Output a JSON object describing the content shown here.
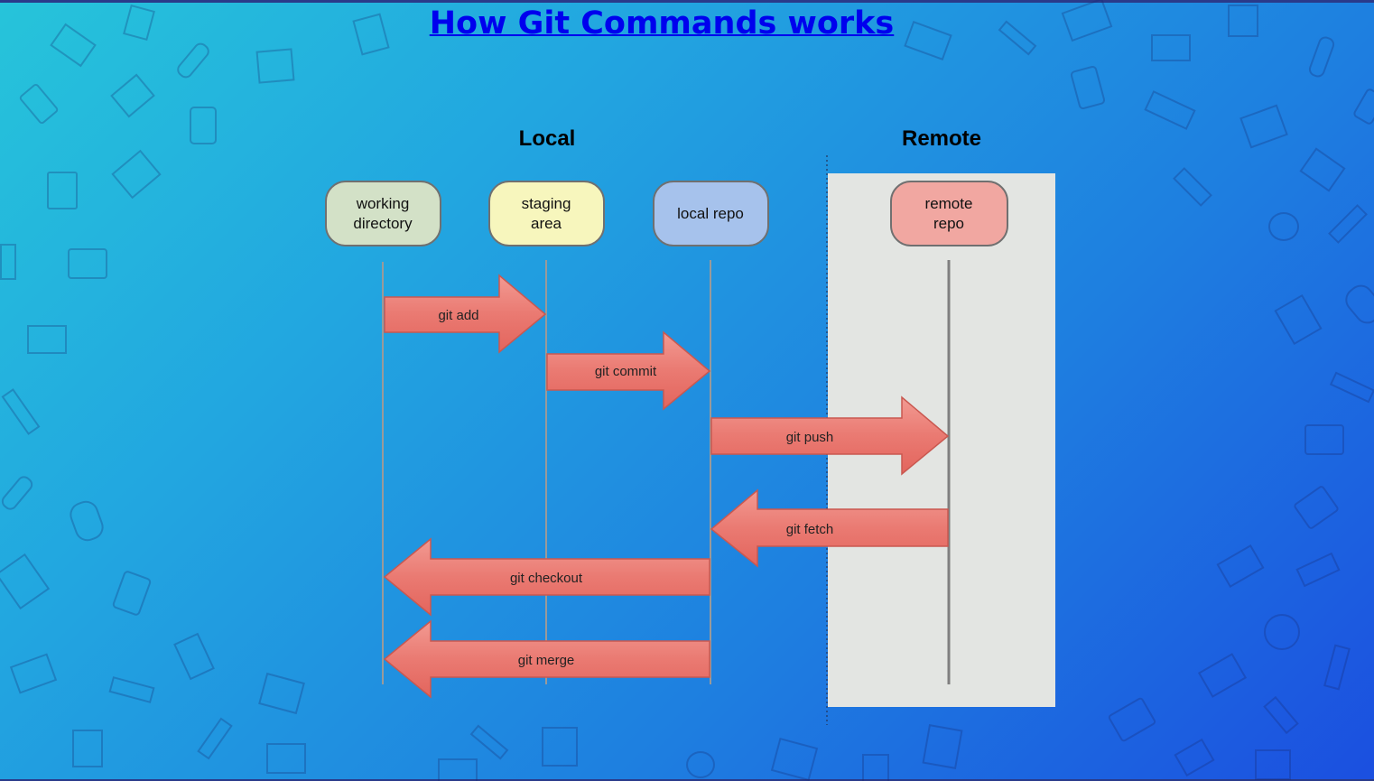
{
  "page": {
    "title": "How Git Commands works"
  },
  "diagram": {
    "sections": {
      "local": "Local",
      "remote": "Remote"
    },
    "nodes": [
      {
        "id": "working",
        "lines": [
          "working",
          "directory"
        ],
        "color": "#d3e1c7"
      },
      {
        "id": "staging",
        "lines": [
          "staging",
          "area"
        ],
        "color": "#f7f6bd"
      },
      {
        "id": "local",
        "lines": [
          "local repo"
        ],
        "color": "#a6c2ec"
      },
      {
        "id": "remote",
        "lines": [
          "remote",
          "repo"
        ],
        "color": "#f1a7a1"
      }
    ],
    "commands": [
      {
        "label": "git add",
        "from": "working",
        "to": "staging"
      },
      {
        "label": "git commit",
        "from": "staging",
        "to": "local"
      },
      {
        "label": "git push",
        "from": "local",
        "to": "remote"
      },
      {
        "label": "git fetch",
        "from": "remote",
        "to": "local"
      },
      {
        "label": "git checkout",
        "from": "local",
        "to": "working"
      },
      {
        "label": "git merge",
        "from": "local",
        "to": "working"
      }
    ],
    "colors": {
      "arrow": "#ea7a72",
      "arrow_border": "#c95850",
      "remote_panel": "#e3e5e2"
    }
  }
}
